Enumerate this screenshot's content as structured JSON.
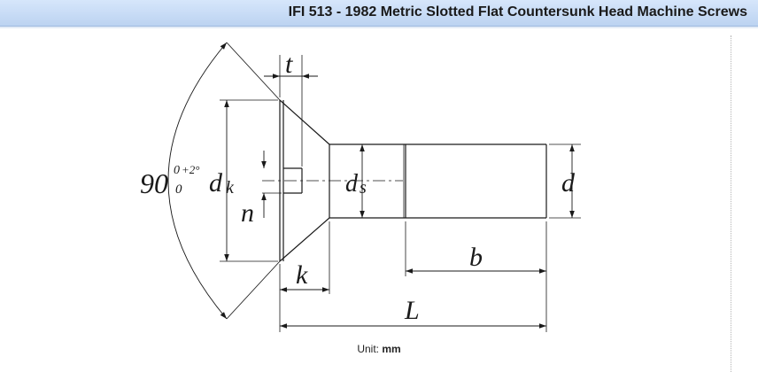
{
  "header": {
    "title": "IFI 513 - 1982 Metric Slotted Flat Countersunk Head Machine Screws"
  },
  "drawing": {
    "dimension_labels": {
      "t": "t",
      "dk": "d",
      "dk_sub": "k",
      "n": "n",
      "ds": "d",
      "ds_sub": "s",
      "d": "d",
      "b": "b",
      "k": "k",
      "L": "L"
    },
    "angle": {
      "value": "90",
      "upper_tol": "+2°",
      "upper_zero": "0",
      "lower_tol": "0"
    }
  },
  "footer": {
    "unit_label": "Unit:",
    "unit_value": "mm"
  }
}
